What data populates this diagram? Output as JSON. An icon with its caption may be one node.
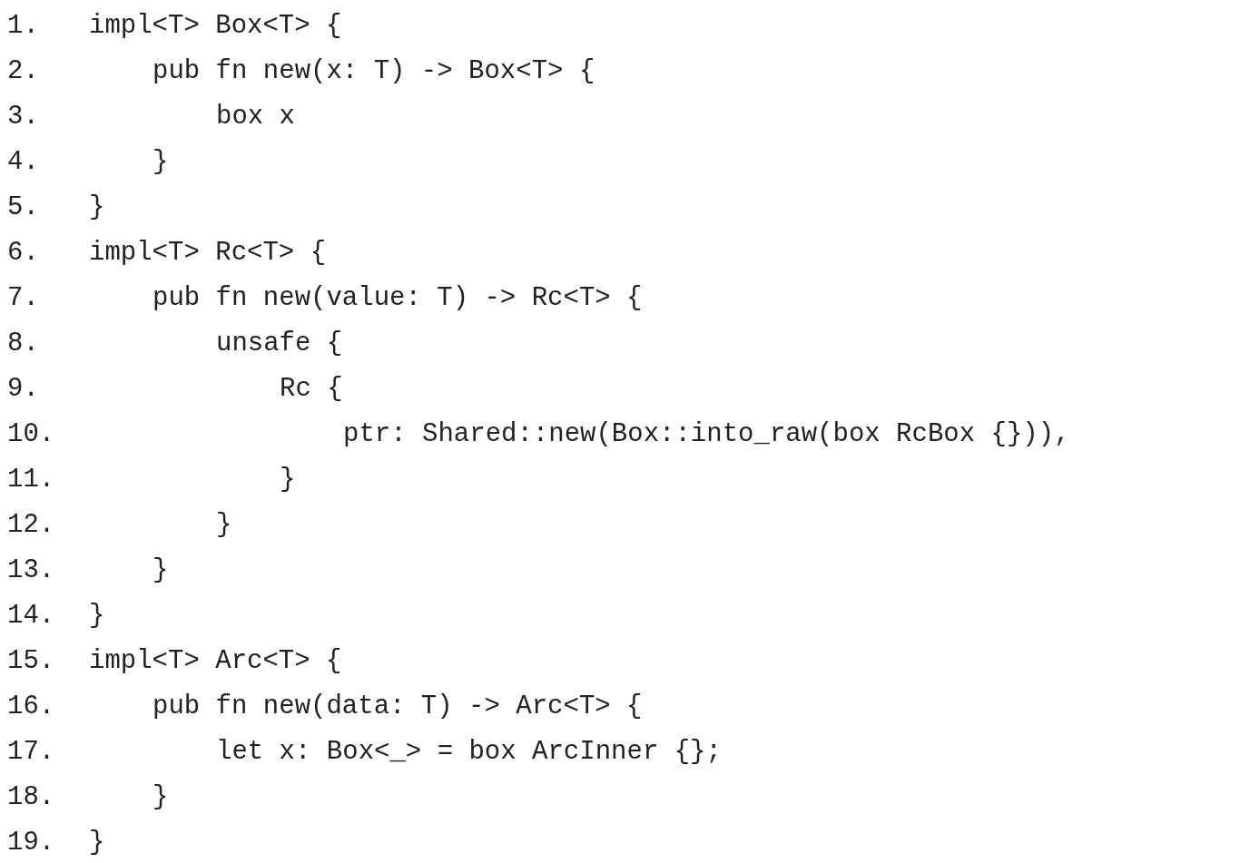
{
  "diagram": {
    "labels": [
      "1.",
      "impl<T> Box<T> {",
      "2.",
      "pub fn new(x: T) -> Box<T> {",
      "3.",
      "box x",
      "4.",
      "}",
      "5.",
      "}",
      "6.",
      "impl<T> Rc<T> {",
      "7.",
      "pub fn new(value: T) -> Rc<T> {",
      "8.",
      "unsafe {",
      "9.",
      "Rc {",
      "10.",
      "ptr: Shared::new(Box::into_raw(box RcBox {})),",
      "11.",
      "}",
      "12.",
      "}",
      "13.",
      "}",
      "14.",
      "}",
      "15.",
      "impl<T> Arc<T> {",
      "16.",
      "pub fn new(data: T) -> Arc<T> {",
      "17.",
      "let x: Box<_> = box ArcInner {};",
      "18.",
      "}",
      "19.",
      "}"
    ]
  }
}
